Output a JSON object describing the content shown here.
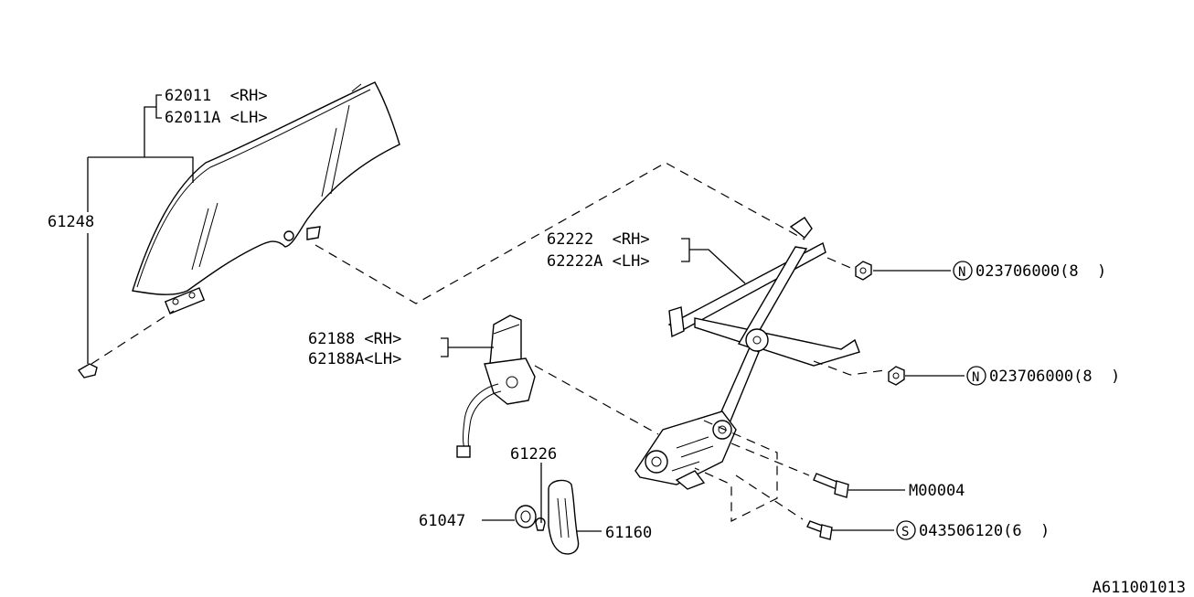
{
  "labels": {
    "glass_rh": "62011  <RH>",
    "glass_lh": "62011A <LH>",
    "glass_clip": "61248",
    "regulator_rh": "62222  <RH>",
    "regulator_lh": "62222A <LH>",
    "motor_rh": "62188 <RH>",
    "motor_lh": "62188A<LH>",
    "handle_clip": "61226",
    "handle_washer": "61047",
    "handle": "61160",
    "nut_upper_code": "N",
    "nut_upper": "023706000(8  )",
    "nut_lower_code": "N",
    "nut_lower": "023706000(8  )",
    "bolt": "M00004",
    "screw_code": "S",
    "screw": "043506120(6  )",
    "diagram_id": "A611001013"
  }
}
